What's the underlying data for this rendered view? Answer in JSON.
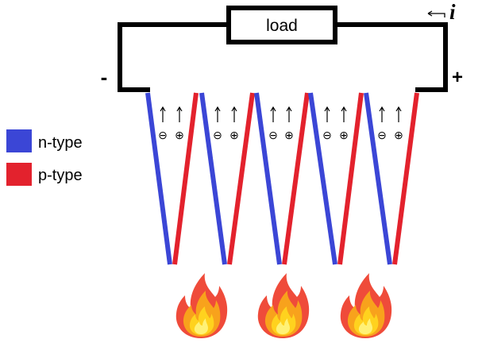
{
  "circuit": {
    "load_label": "load",
    "minus_label": "-",
    "plus_label": "+",
    "current_label": "i",
    "wire_color": "#000000"
  },
  "legend": {
    "items": [
      {
        "label": "n-type",
        "color": "#3b46d6"
      },
      {
        "label": "p-type",
        "color": "#e3222d"
      }
    ]
  },
  "carriers": {
    "electron_symbol": "⊖",
    "hole_symbol": "⊕"
  },
  "legs": {
    "n_color": "#3b46d6",
    "p_color": "#e3222d"
  },
  "flames": {
    "count": 3,
    "outer_color": "#ef4b3a",
    "middle_color": "#f8a21c",
    "inner_color": "#ffd21e",
    "core_color": "#fff176"
  }
}
